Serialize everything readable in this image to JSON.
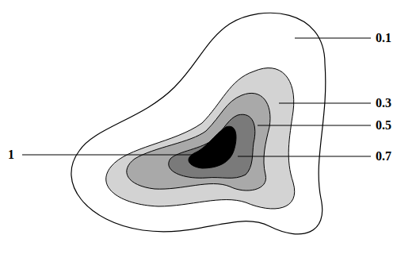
{
  "diagram": {
    "labels": [
      "0.1",
      "0.3",
      "0.5",
      "1",
      "0.7"
    ]
  }
}
